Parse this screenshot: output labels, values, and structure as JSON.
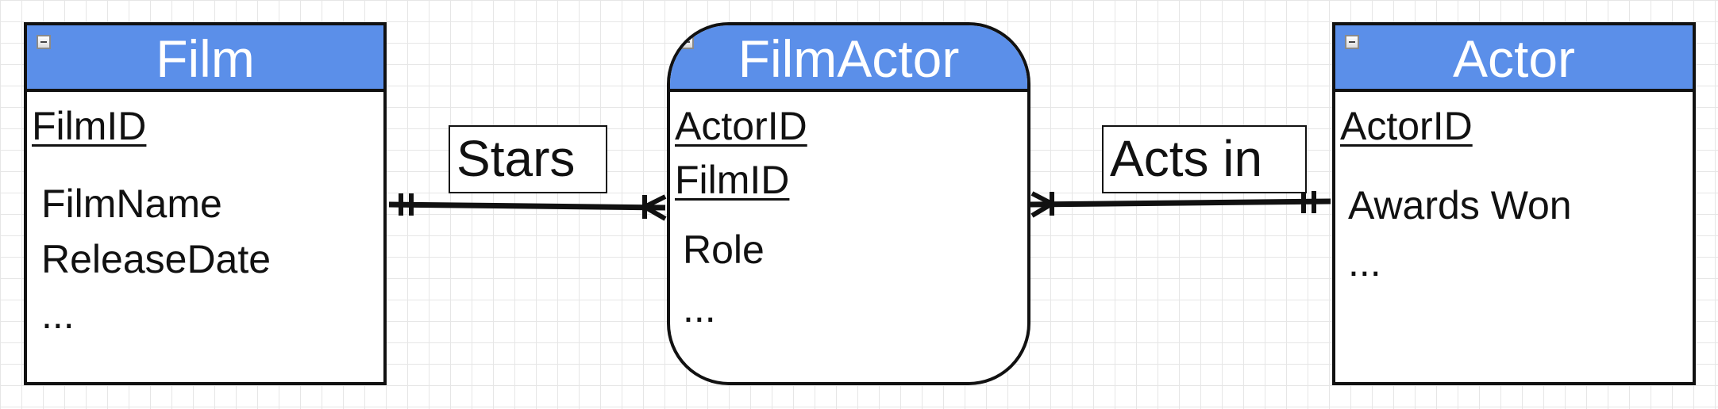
{
  "entities": {
    "film": {
      "title": "Film",
      "primary_keys": [
        "FilmID"
      ],
      "attributes": [
        "FilmName",
        "ReleaseDate",
        "..."
      ]
    },
    "film_actor": {
      "title": "FilmActor",
      "primary_keys": [
        "ActorID",
        "FilmID"
      ],
      "attributes": [
        "Role",
        "..."
      ]
    },
    "actor": {
      "title": "Actor",
      "primary_keys": [
        "ActorID"
      ],
      "attributes": [
        "Awards Won",
        "..."
      ]
    }
  },
  "relationships": {
    "stars": {
      "label": "Stars"
    },
    "acts_in": {
      "label": "Acts in"
    }
  },
  "colors": {
    "header": "#5b8fe9",
    "line": "#111111",
    "grid": "#e6e6e6"
  },
  "icons": [
    "collapse-icon"
  ]
}
